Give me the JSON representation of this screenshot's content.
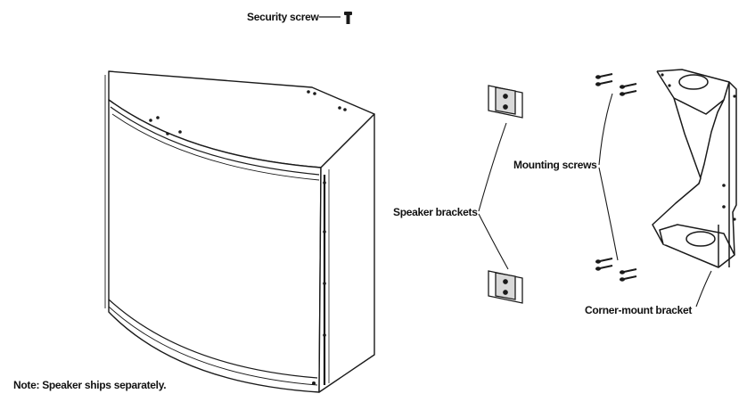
{
  "labels": {
    "security_screw": "Security screw",
    "speaker_brackets": "Speaker brackets",
    "mounting_screws": "Mounting screws",
    "corner_mount_bracket": "Corner-mount bracket",
    "note": "Note: Speaker ships separately."
  },
  "colors": {
    "line": "#1a1a1a",
    "background": "#ffffff"
  }
}
